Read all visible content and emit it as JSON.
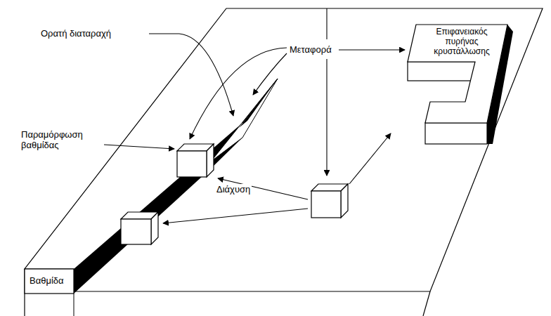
{
  "diagram": {
    "nodes": [
      {
        "text": [
          "Επιφανειακός πυρήνας κρυστάλλωσης"
        ]
      }
    ],
    "labels": [
      "Ορατή διαταραχή",
      "Μεταφορά",
      "Παραμόρφωση βαθμίδας",
      "Διάχυση",
      "Βαθμίδα"
    ]
  }
}
